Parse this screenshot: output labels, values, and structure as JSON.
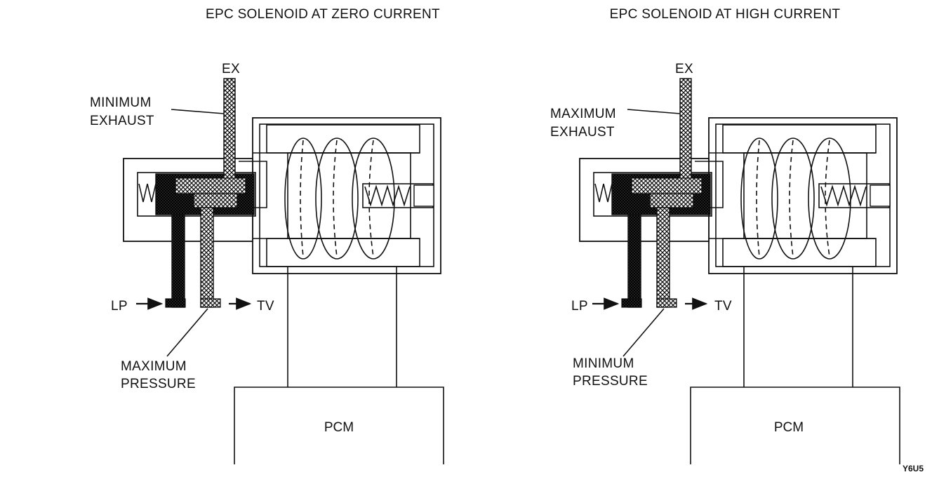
{
  "panels": {
    "left": {
      "title": "EPC SOLENOID AT ZERO CURRENT",
      "exhaust_port": "EX",
      "exhaust_state": [
        "MINIMUM",
        "EXHAUST"
      ],
      "line_pressure": "LP",
      "tv_output": "TV",
      "pressure_state": [
        "MAXIMUM",
        "PRESSURE"
      ],
      "module": "PCM"
    },
    "right": {
      "title": "EPC SOLENOID AT HIGH CURRENT",
      "exhaust_port": "EX",
      "exhaust_state": [
        "MAXIMUM",
        "EXHAUST"
      ],
      "line_pressure": "LP",
      "tv_output": "TV",
      "pressure_state": [
        "MINIMUM",
        "PRESSURE"
      ],
      "module": "PCM"
    }
  },
  "figure_code": "Y6U5",
  "colors": {
    "ink": "#111111",
    "paper": "#ffffff"
  },
  "fluid_fill": {
    "high_pressure": "dark-crosshatch",
    "low_pressure": "light-crosshatch"
  }
}
